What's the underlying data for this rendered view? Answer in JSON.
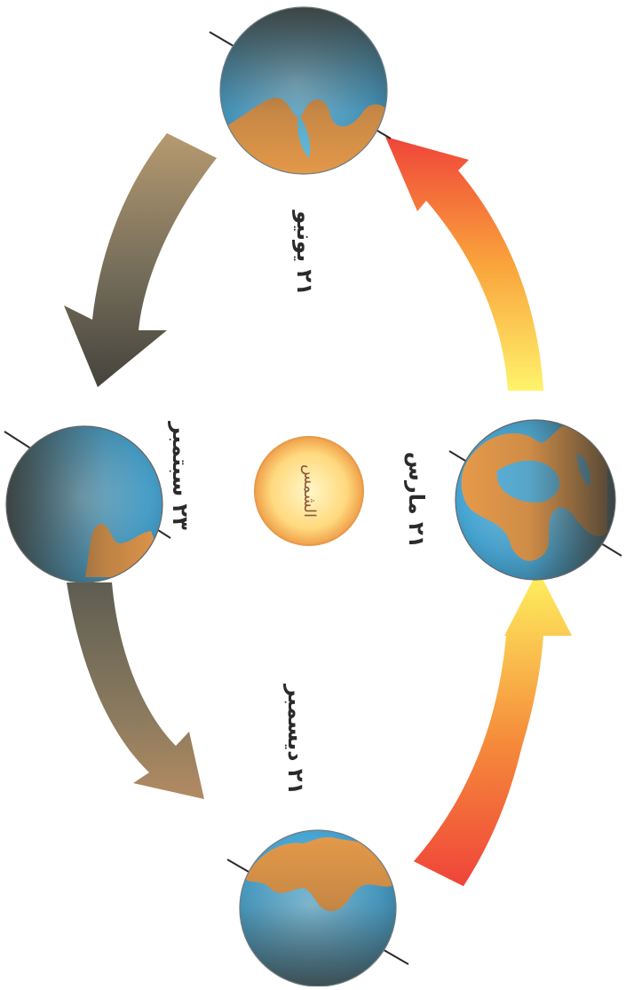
{
  "diagram": {
    "sun_label": "الشمس",
    "dates": {
      "top": "٢١ يونيو",
      "left_middle": "٢٣ سبتمبر",
      "right_middle": "٢١ مارس",
      "bottom": "٢١ ديسمبر"
    }
  },
  "colors": {
    "background": "#ffffff",
    "sun_inner": "#fff1b0",
    "sun_outer": "#f2a34b",
    "ocean": "#4eaedb",
    "land": "#e7994a",
    "shadow": "#4c4a43",
    "warm_arrow_start": "#f15a3a",
    "warm_arrow_end": "#fff36b",
    "dark_arrow_start": "#5d5c51",
    "dark_arrow_end": "#a78a6a"
  }
}
